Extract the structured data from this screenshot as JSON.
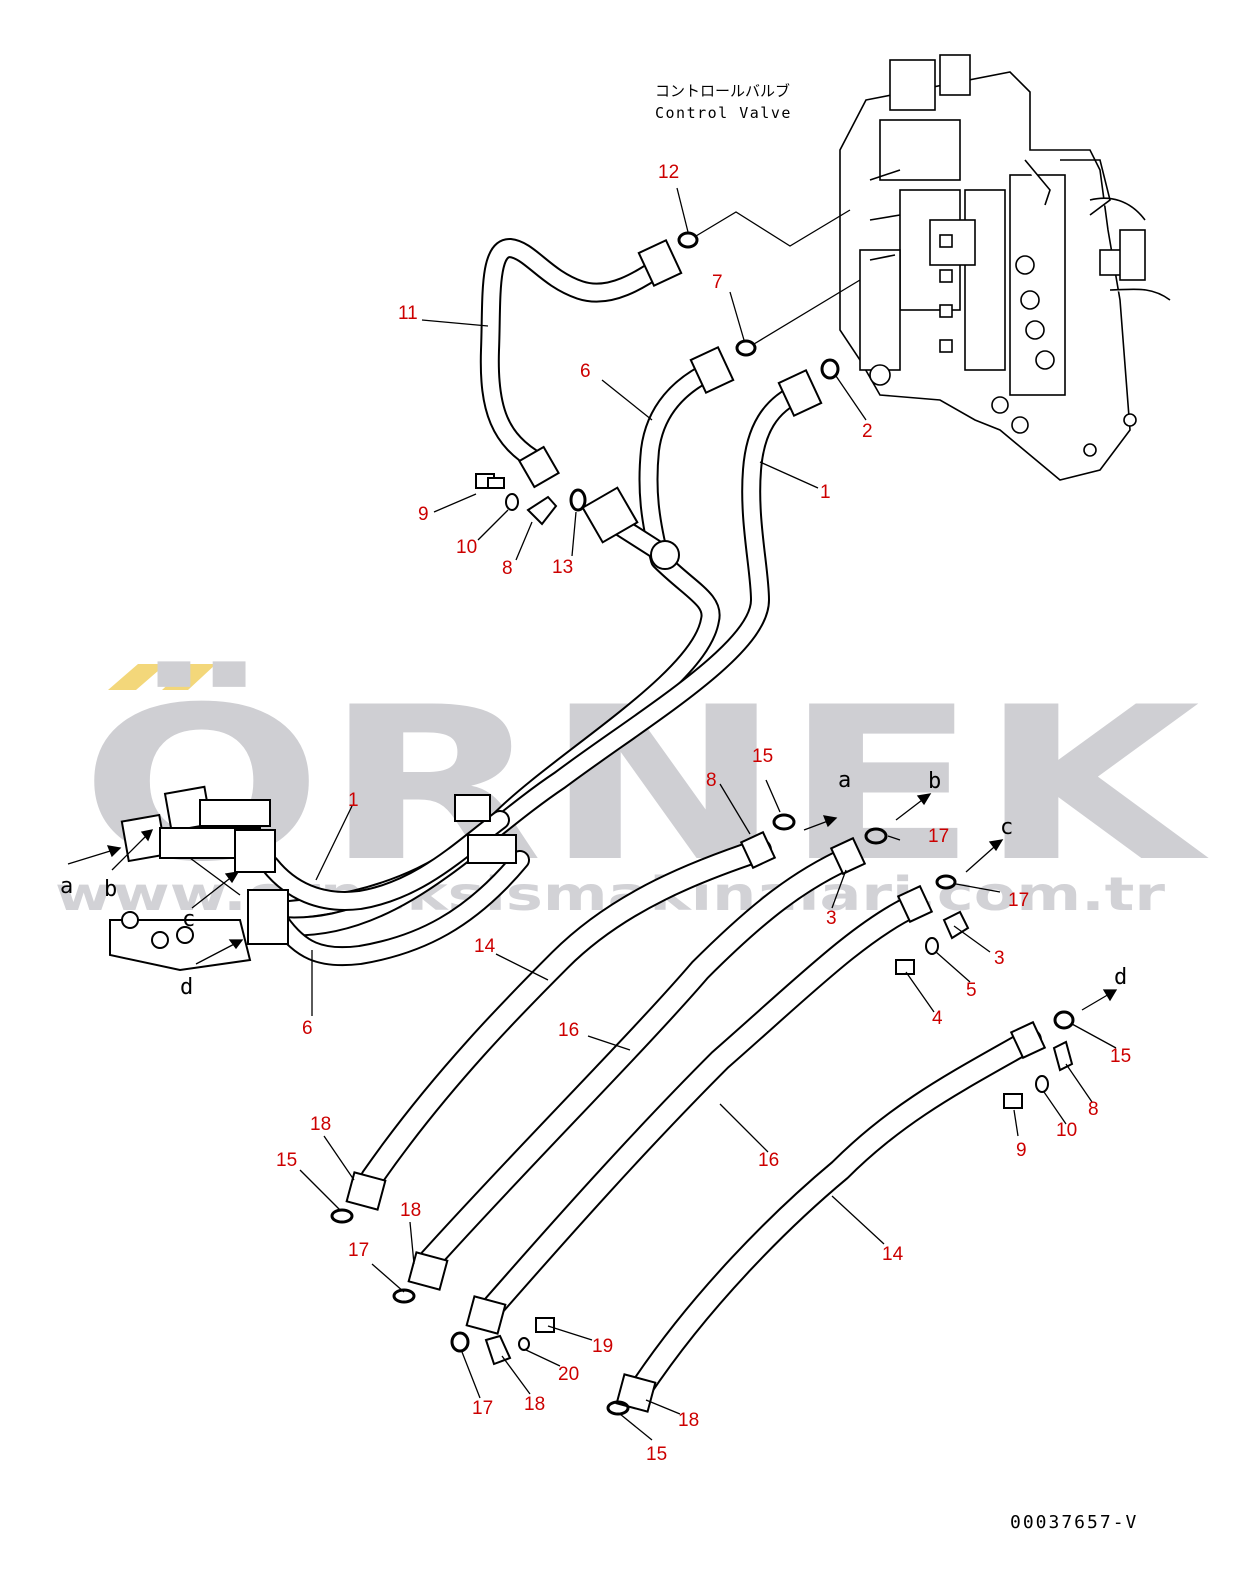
{
  "header": {
    "title_jp": "コントロールバルブ",
    "title_en": "Control Valve"
  },
  "watermark": {
    "brand": "ÖRNEK",
    "url": "www.orneksismakinalari.com.tr",
    "accent_color": "#f3d77a",
    "text_color": "#cfcfd3"
  },
  "callout_color": "#cc0000",
  "callouts": {
    "c12": "12",
    "c7": "7",
    "c11": "11",
    "c6a": "6",
    "c2": "2",
    "c1a": "1",
    "c9a": "9",
    "c10a": "10",
    "c8a": "8",
    "c13": "13",
    "c1b": "1",
    "c6b": "6",
    "c14a": "14",
    "c16a": "16",
    "c8b": "8",
    "c15a": "15",
    "c17a": "17",
    "c3a": "3",
    "c17b": "17",
    "c3b": "3",
    "c5": "5",
    "c4": "4",
    "c15b": "15",
    "c8c": "8",
    "c10b": "10",
    "c9b": "9",
    "c16b": "16",
    "c14b": "14",
    "c18a": "18",
    "c15c": "15",
    "c18b": "18",
    "c17c": "17",
    "c19": "19",
    "c20": "20",
    "c17d": "17",
    "c18c": "18",
    "c18d": "18",
    "c15d": "15"
  },
  "ports": {
    "a_left": "a",
    "b_left": "b",
    "c_left": "c",
    "d_left": "d",
    "a_right": "a",
    "b_right": "b",
    "c_right": "c",
    "d_right": "d"
  },
  "document_id": "00037657-V"
}
